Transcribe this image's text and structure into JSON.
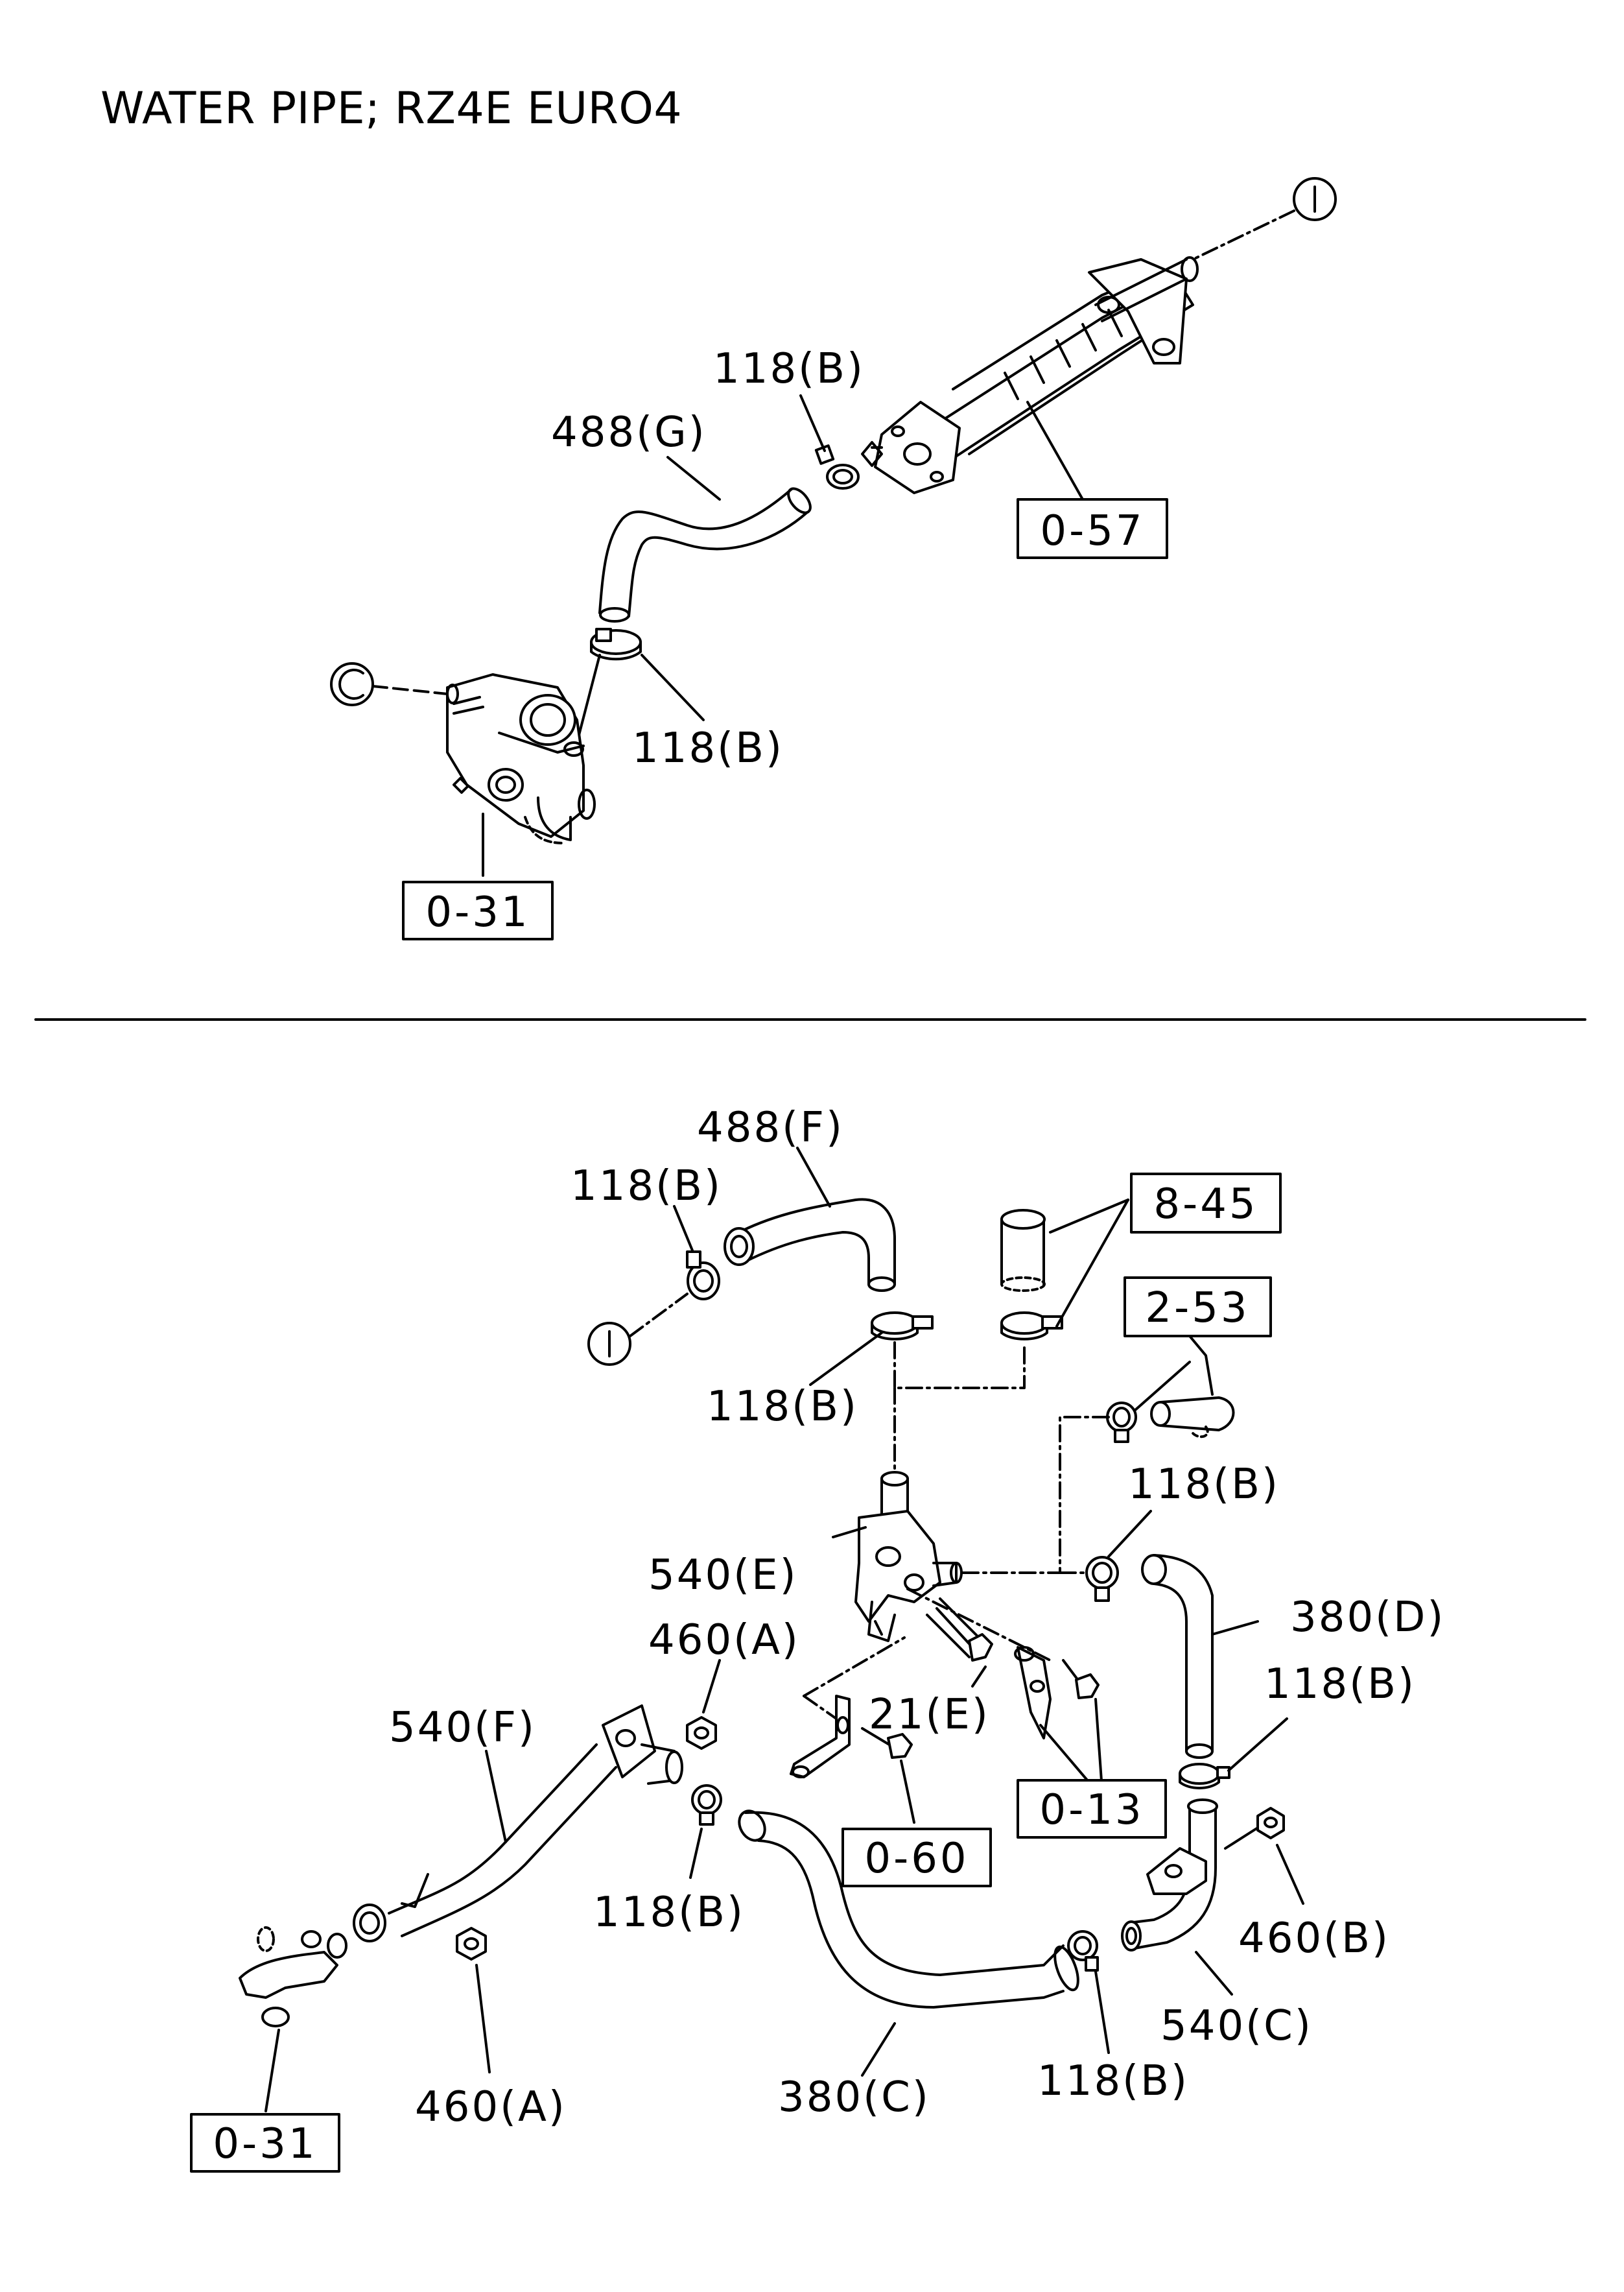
{
  "title": "WATER PIPE; RZ4E EURO4",
  "markers": {
    "I": "I",
    "C": "C"
  },
  "top": {
    "labels": {
      "clamp_a": "118(B)",
      "hose": "488(G)",
      "clamp_b": "118(B)"
    },
    "refs": {
      "egr_cooler": "0-57",
      "thermostat": "0-31"
    }
  },
  "bottom": {
    "labels": {
      "hose_f": "488(F)",
      "clamp_1": "118(B)",
      "clamp_2": "118(B)",
      "clamp_3": "118(B)",
      "pipe_e": "540(E)",
      "nut_a_top": "460(A)",
      "bolt_e": "21(E)",
      "hose_d": "380(D)",
      "clamp_4": "118(B)",
      "pipe_f": "540(F)",
      "clamp_5": "118(B)",
      "nut_a_bottom": "460(A)",
      "hose_c": "380(C)",
      "clamp_6": "118(B)",
      "pipe_c": "540(C)",
      "nut_b": "460(B)"
    },
    "refs": {
      "r845": "8-45",
      "r253": "2-53",
      "r013": "0-13",
      "r060": "0-60",
      "r031": "0-31"
    }
  }
}
